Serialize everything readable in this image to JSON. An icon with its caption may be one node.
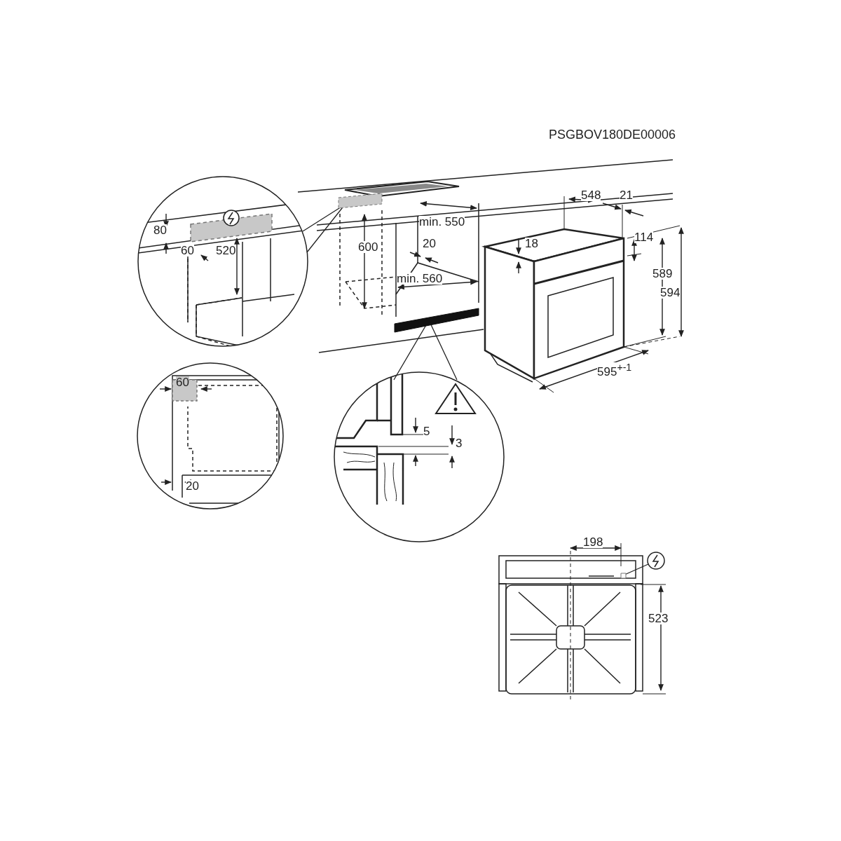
{
  "diagram": {
    "nodes": [
      {
        "text": [],
        "shape": "circle"
      },
      {
        "text": [],
        "shape": "box"
      },
      {
        "text": [],
        "shape": "circle"
      },
      {
        "text": [],
        "shape": "bar"
      },
      {
        "text": [],
        "shape": "circle"
      },
      {
        "text": [],
        "shape": "box"
      }
    ],
    "edges": [
      {
        "from": 0,
        "to": 1,
        "arrow": "none"
      },
      {
        "from": 2,
        "to": 3,
        "arrow": "none"
      },
      {
        "from": 4,
        "to": 5,
        "arrow": "none"
      }
    ],
    "labels": [
      "PSGBOV180DE00006",
      "80",
      "60",
      "520",
      "600",
      "min. 550",
      "20",
      "min. 560",
      "548",
      "21",
      "18",
      "114",
      "589",
      "594",
      "595$^{+-1}$",
      "60",
      "20",
      "5",
      "3",
      "198",
      "523"
    ]
  }
}
